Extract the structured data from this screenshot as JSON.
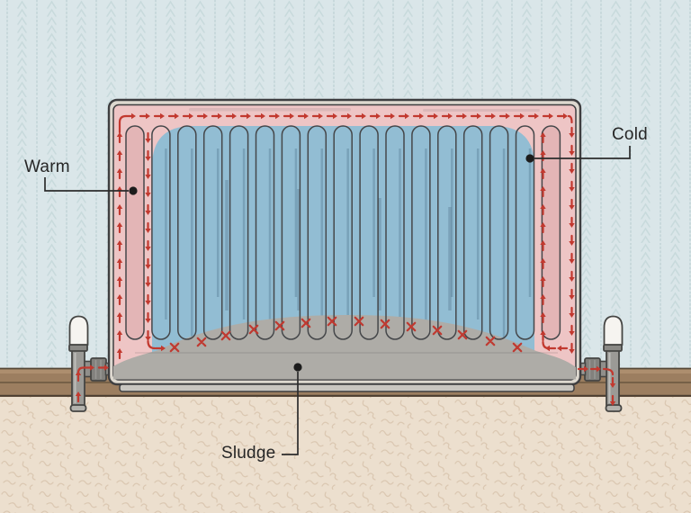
{
  "illustration": {
    "annotations": [
      {
        "id": "warm",
        "text": "Warm"
      },
      {
        "id": "cold",
        "text": "Cold"
      },
      {
        "id": "sludge",
        "text": "Sludge"
      }
    ],
    "colors": {
      "wall": "#dae6e9",
      "wall_pattern": "#c6d8da",
      "dado_floor": "#9c7e60",
      "lower_wall": "#ecdfce",
      "lower_wall_pattern": "#dbc8b2",
      "radiator_frame": "#ddd8cf",
      "warm_area": "#eec5c5",
      "warm_fin": "#e3b5b6",
      "cold_area": "#92bdd3",
      "sludge": "#aeaca7",
      "flow_arrow": "#c2392f",
      "blockage_x": "#bf3a31",
      "outline": "#3e3e40",
      "label_text": "#262626",
      "valve_metal": "#9b9a96",
      "valve_cap": "#f6f4f0"
    }
  }
}
